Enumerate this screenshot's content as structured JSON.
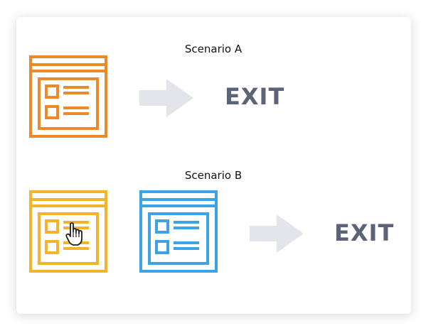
{
  "scenario_a": {
    "label": "Scenario A",
    "exit_label": "EXIT"
  },
  "scenario_b": {
    "label": "Scenario B",
    "exit_label": "EXIT"
  },
  "colors": {
    "orange_page": "#ec8a2a",
    "yellow_page": "#f3b42a",
    "blue_page": "#3aa4e6",
    "arrow": "#e4e5ea",
    "exit_text": "#5c6378",
    "card_background": "#ffffff"
  },
  "icons": {
    "scenario_a_page": "webpage-icon",
    "scenario_b_first_page": "webpage-icon",
    "scenario_b_cursor": "hand-pointer-icon",
    "scenario_b_second_page": "webpage-icon",
    "arrows": "right-arrow-icon"
  }
}
